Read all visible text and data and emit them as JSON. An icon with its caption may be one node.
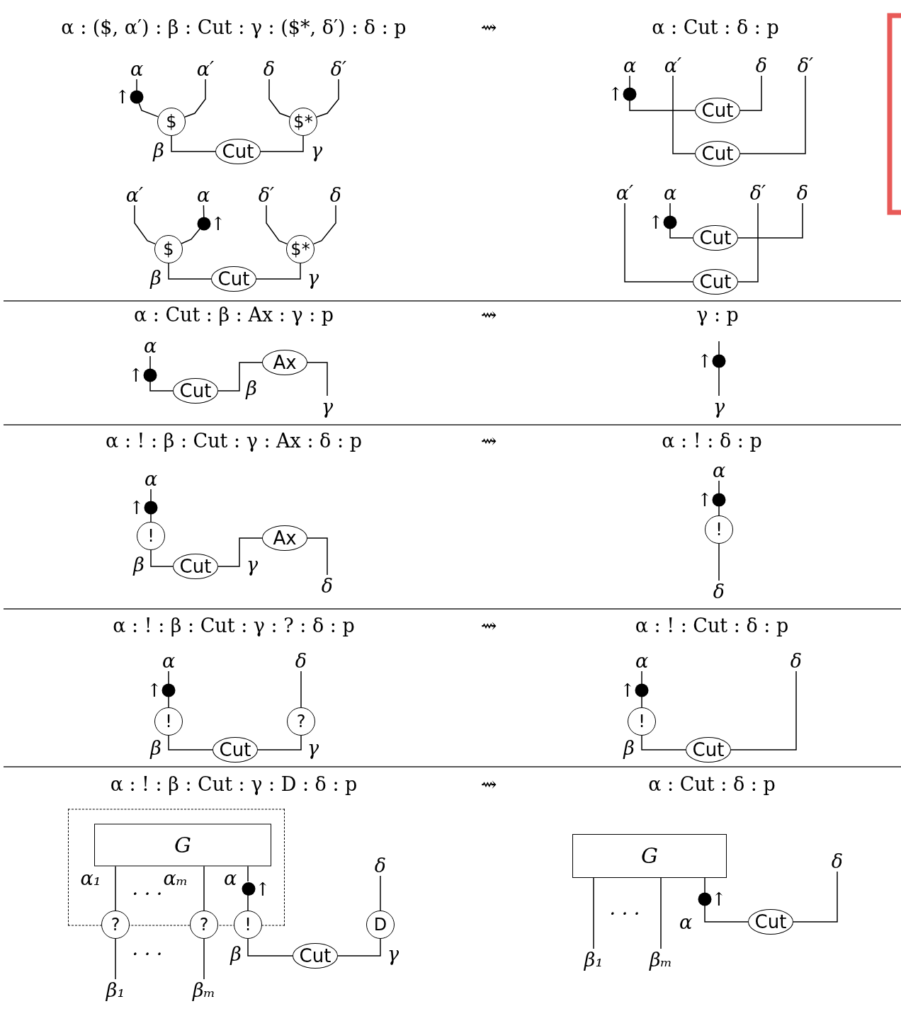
{
  "diagram": {
    "nodes": [
      {
        "text": [
          "α"
        ]
      },
      {
        "text": [
          "α′"
        ]
      },
      {
        "text": [
          "δ"
        ]
      },
      {
        "text": [
          "δ′"
        ]
      },
      {
        "text": [],
        "shape": "circle",
        "beside": [
          "↑"
        ]
      },
      {
        "text": [
          "$"
        ]
      },
      {
        "text": [
          "$*"
        ]
      },
      {
        "text": [
          "Cut"
        ]
      },
      {
        "text": [
          "α′"
        ]
      },
      {
        "text": [
          "α"
        ]
      },
      {
        "text": [
          "δ′"
        ]
      },
      {
        "text": [
          "δ"
        ]
      },
      {
        "text": [],
        "shape": "circle",
        "beside": [
          "↑"
        ]
      },
      {
        "text": [
          "$"
        ]
      },
      {
        "text": [
          "$*"
        ]
      },
      {
        "text": [
          "Cut"
        ]
      },
      {
        "text": [
          "α"
        ]
      },
      {
        "text": [
          "α′"
        ]
      },
      {
        "text": [
          "δ"
        ]
      },
      {
        "text": [
          "δ′"
        ]
      },
      {
        "text": [],
        "shape": "circle",
        "beside": [
          "↑"
        ]
      },
      {
        "text": [
          "Cut"
        ]
      },
      {
        "text": [
          "Cut"
        ]
      },
      {
        "text": [
          "α′"
        ]
      },
      {
        "text": [
          "α"
        ]
      },
      {
        "text": [
          "δ′"
        ]
      },
      {
        "text": [
          "δ"
        ]
      },
      {
        "text": [],
        "shape": "circle",
        "beside": [
          "↑"
        ]
      },
      {
        "text": [
          "Cut"
        ]
      },
      {
        "text": [
          "Cut"
        ]
      },
      {
        "text": [
          "α"
        ]
      },
      {
        "text": [],
        "shape": "circle",
        "beside": [
          "↑"
        ]
      },
      {
        "text": [
          "Cut"
        ]
      },
      {
        "text": [
          "Ax"
        ]
      },
      {
        "text": [
          "γ"
        ]
      },
      {
        "text": [],
        "shape": "circle",
        "beside": [
          "↑"
        ]
      },
      {
        "text": [
          "γ"
        ]
      },
      {
        "text": [
          "α"
        ]
      },
      {
        "text": [],
        "shape": "circle",
        "beside": [
          "↑"
        ]
      },
      {
        "text": [
          "!"
        ]
      },
      {
        "text": [
          "Cut"
        ]
      },
      {
        "text": [
          "Ax"
        ]
      },
      {
        "text": [
          "δ"
        ]
      },
      {
        "text": [
          "α"
        ]
      },
      {
        "text": [],
        "shape": "circle",
        "beside": [
          "↑"
        ]
      },
      {
        "text": [
          "!"
        ]
      },
      {
        "text": [
          "δ"
        ]
      },
      {
        "text": [
          "α"
        ]
      },
      {
        "text": [],
        "shape": "circle",
        "beside": [
          "↑"
        ]
      },
      {
        "text": [
          "!"
        ]
      },
      {
        "text": [
          "δ"
        ]
      },
      {
        "text": [
          "?"
        ]
      },
      {
        "text": [
          "Cut"
        ]
      },
      {
        "text": [
          "α"
        ]
      },
      {
        "text": [],
        "shape": "circle",
        "beside": [
          "↑"
        ]
      },
      {
        "text": [
          "!"
        ]
      },
      {
        "text": [
          "δ"
        ]
      },
      {
        "text": [
          "Cut"
        ]
      },
      {
        "text": [],
        "shape": "box"
      },
      {
        "text": [
          "G"
        ],
        "in": 58
      },
      {
        "text": [],
        "shape": "circle",
        "beside": [
          "↑"
        ],
        "in": 58
      },
      {
        "text": [
          "?"
        ]
      },
      {
        "text": [
          "?"
        ]
      },
      {
        "text": [
          "!"
        ]
      },
      {
        "text": [
          "β₁"
        ]
      },
      {
        "text": [
          "βₘ"
        ]
      },
      {
        "text": [
          "Cut"
        ]
      },
      {
        "text": [
          "D"
        ]
      },
      {
        "text": [
          "δ"
        ]
      },
      {
        "text": [
          "G"
        ]
      },
      {
        "text": [
          "β₁"
        ]
      },
      {
        "text": [
          "βₘ"
        ]
      },
      {
        "text": [],
        "shape": "circle",
        "beside": [
          "↑"
        ]
      },
      {
        "text": [
          "Cut"
        ]
      },
      {
        "text": [
          "δ"
        ]
      }
    ],
    "edges": [
      {
        "from": 0,
        "to": 4,
        "arrow": "none"
      },
      {
        "from": 4,
        "to": 5,
        "arrow": "none"
      },
      {
        "from": 1,
        "to": 5,
        "arrow": "none"
      },
      {
        "from": 2,
        "to": 6,
        "arrow": "none"
      },
      {
        "from": 3,
        "to": 6,
        "arrow": "none"
      },
      {
        "from": 5,
        "to": 7,
        "arrow": "none"
      },
      {
        "from": 7,
        "to": 6,
        "arrow": "none"
      },
      {
        "from": 8,
        "to": 13,
        "arrow": "none"
      },
      {
        "from": 9,
        "to": 12,
        "arrow": "none"
      },
      {
        "from": 12,
        "to": 13,
        "arrow": "none"
      },
      {
        "from": 10,
        "to": 14,
        "arrow": "none"
      },
      {
        "from": 11,
        "to": 14,
        "arrow": "none"
      },
      {
        "from": 13,
        "to": 15,
        "arrow": "none"
      },
      {
        "from": 15,
        "to": 14,
        "arrow": "none"
      },
      {
        "from": 16,
        "to": 20,
        "arrow": "none"
      },
      {
        "from": 20,
        "to": 21,
        "arrow": "none"
      },
      {
        "from": 17,
        "to": 22,
        "arrow": "none"
      },
      {
        "from": 21,
        "to": 18,
        "arrow": "none"
      },
      {
        "from": 22,
        "to": 19,
        "arrow": "none"
      },
      {
        "from": 24,
        "to": 27,
        "arrow": "none"
      },
      {
        "from": 27,
        "to": 28,
        "arrow": "none"
      },
      {
        "from": 28,
        "to": 26,
        "arrow": "none"
      },
      {
        "from": 23,
        "to": 29,
        "arrow": "none"
      },
      {
        "from": 29,
        "to": 25,
        "arrow": "none"
      },
      {
        "from": 30,
        "to": 31,
        "arrow": "none"
      },
      {
        "from": 31,
        "to": 32,
        "arrow": "none"
      },
      {
        "from": 32,
        "to": 33,
        "arrow": "none"
      },
      {
        "from": 33,
        "to": 34,
        "arrow": "none"
      },
      {
        "from": null,
        "to": 35,
        "arrow": "none"
      },
      {
        "from": 35,
        "to": 36,
        "arrow": "none"
      },
      {
        "from": 37,
        "to": 38,
        "arrow": "none"
      },
      {
        "from": 38,
        "to": 39,
        "arrow": "none"
      },
      {
        "from": 39,
        "to": 40,
        "arrow": "none"
      },
      {
        "from": 40,
        "to": 41,
        "arrow": "none"
      },
      {
        "from": 41,
        "to": 42,
        "arrow": "none"
      },
      {
        "from": 43,
        "to": 44,
        "arrow": "none"
      },
      {
        "from": 44,
        "to": 45,
        "arrow": "none"
      },
      {
        "from": 45,
        "to": 46,
        "arrow": "none"
      },
      {
        "from": 47,
        "to": 48,
        "arrow": "none"
      },
      {
        "from": 48,
        "to": 49,
        "arrow": "none"
      },
      {
        "from": 49,
        "to": 52,
        "arrow": "none"
      },
      {
        "from": 52,
        "to": 51,
        "arrow": "none"
      },
      {
        "from": 50,
        "to": 51,
        "arrow": "none"
      },
      {
        "from": 53,
        "to": 54,
        "arrow": "none"
      },
      {
        "from": 54,
        "to": 55,
        "arrow": "none"
      },
      {
        "from": 55,
        "to": 57,
        "arrow": "none"
      },
      {
        "from": 57,
        "to": 56,
        "arrow": "none"
      },
      {
        "from": 59,
        "to": 61,
        "arrow": "none"
      },
      {
        "from": 59,
        "to": 62,
        "arrow": "none"
      },
      {
        "from": 59,
        "to": 60,
        "arrow": "none"
      },
      {
        "from": 60,
        "to": 63,
        "arrow": "none"
      },
      {
        "from": 61,
        "to": 64,
        "arrow": "none"
      },
      {
        "from": 62,
        "to": 65,
        "arrow": "none"
      },
      {
        "from": 63,
        "to": 66,
        "arrow": "none"
      },
      {
        "from": 66,
        "to": 67,
        "arrow": "none"
      },
      {
        "from": 67,
        "to": 68,
        "arrow": "none"
      },
      {
        "from": 69,
        "to": 70,
        "arrow": "none"
      },
      {
        "from": 69,
        "to": 71,
        "arrow": "none"
      },
      {
        "from": 69,
        "to": 72,
        "arrow": "none"
      },
      {
        "from": 72,
        "to": 73,
        "arrow": "none"
      },
      {
        "from": 73,
        "to": 74,
        "arrow": "none"
      }
    ],
    "labels": [
      "α : ($, α′) : β : Cut : γ : ($*, δ′) : δ : p",
      "⇝",
      "α : Cut : δ : p",
      "β",
      "γ",
      "β",
      "γ",
      "α : Cut : β : Ax : γ : p",
      "⇝",
      "γ : p",
      "β",
      "α : ! : β : Cut : γ : Ax : δ : p",
      "⇝",
      "α : ! : δ : p",
      "β",
      "γ",
      "α : ! : β : Cut : γ : ? : δ : p",
      "⇝",
      "α : ! : Cut : δ : p",
      "β",
      "γ",
      "β",
      "α : ! : β : Cut : γ : D : δ : p",
      "⇝",
      "α : Cut : δ : p",
      "α₁",
      "αₘ",
      "· · ·",
      "α",
      "· · ·",
      "β",
      "γ",
      "· · ·",
      "α"
    ]
  }
}
